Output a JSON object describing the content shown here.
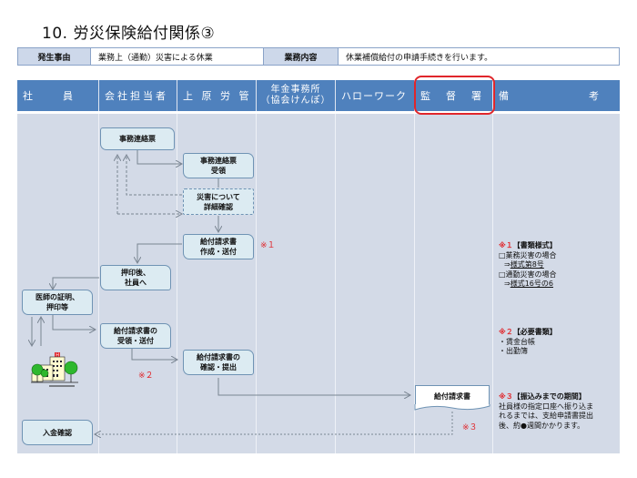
{
  "title": "10. 労災保険給付関係③",
  "info": {
    "occurrence_label": "発生事由",
    "occurrence_value": "業務上（通勤）災害による休業",
    "task_label": "業務内容",
    "task_value": "休業補償給付の申請手続きを行います。"
  },
  "columns": [
    {
      "label": "社　　　員"
    },
    {
      "label": "会社担当者"
    },
    {
      "label": "上 原 労 管"
    },
    {
      "label": "年金事務所",
      "sub": "（協会けんぽ）"
    },
    {
      "label": "ハローワーク"
    },
    {
      "label": "監　督　署"
    },
    {
      "label": "備　　　　　　　　考"
    }
  ],
  "highlight": {
    "column": "監督署",
    "color": "#e0262b"
  },
  "flow": {
    "b1": [
      "事務連絡票"
    ],
    "b2": [
      "事務連絡票",
      "受領"
    ],
    "b3": [
      "災害について",
      "詳細確認"
    ],
    "b4": [
      "給付請求書",
      "作成・送付"
    ],
    "b5": [
      "押印後、",
      "社員へ"
    ],
    "b6": [
      "医師の証明、",
      "押印等"
    ],
    "b7": [
      "給付請求書の",
      "受領・送付"
    ],
    "b8": [
      "給付請求書の",
      "確認・提出"
    ],
    "b9": [
      "給付請求書"
    ],
    "b10": [
      "入金確認"
    ],
    "mark1": "※１",
    "mark2": "※２",
    "mark3": "※３"
  },
  "remarks": {
    "r1_mark": "※１",
    "r1_title": "【書類様式】",
    "r1_line1": "□業務災害の場合",
    "r1_line2_prefix": "⇒",
    "r1_line2_link": "様式第8号",
    "r1_line3": "□通勤災害の場合",
    "r1_line4_prefix": "⇒",
    "r1_line4_link": "様式16号の6",
    "r2_mark": "※２",
    "r2_title": "【必要書類】",
    "r2_line1": "・賃金台帳",
    "r2_line2": "・出勤簿",
    "r3_mark": "※３",
    "r3_title": "【振込みまでの期間】",
    "r3_line1": "社員様の指定口座へ振り込ま",
    "r3_line2": "れるまでは、支給申請書提出",
    "r3_line3": "後、約●週間かかります。"
  },
  "colors": {
    "header_bg": "#4f81bd",
    "lane_bg": "#d3dae7",
    "box_bg": "#dcebf2",
    "accent_red": "#e0262b"
  }
}
